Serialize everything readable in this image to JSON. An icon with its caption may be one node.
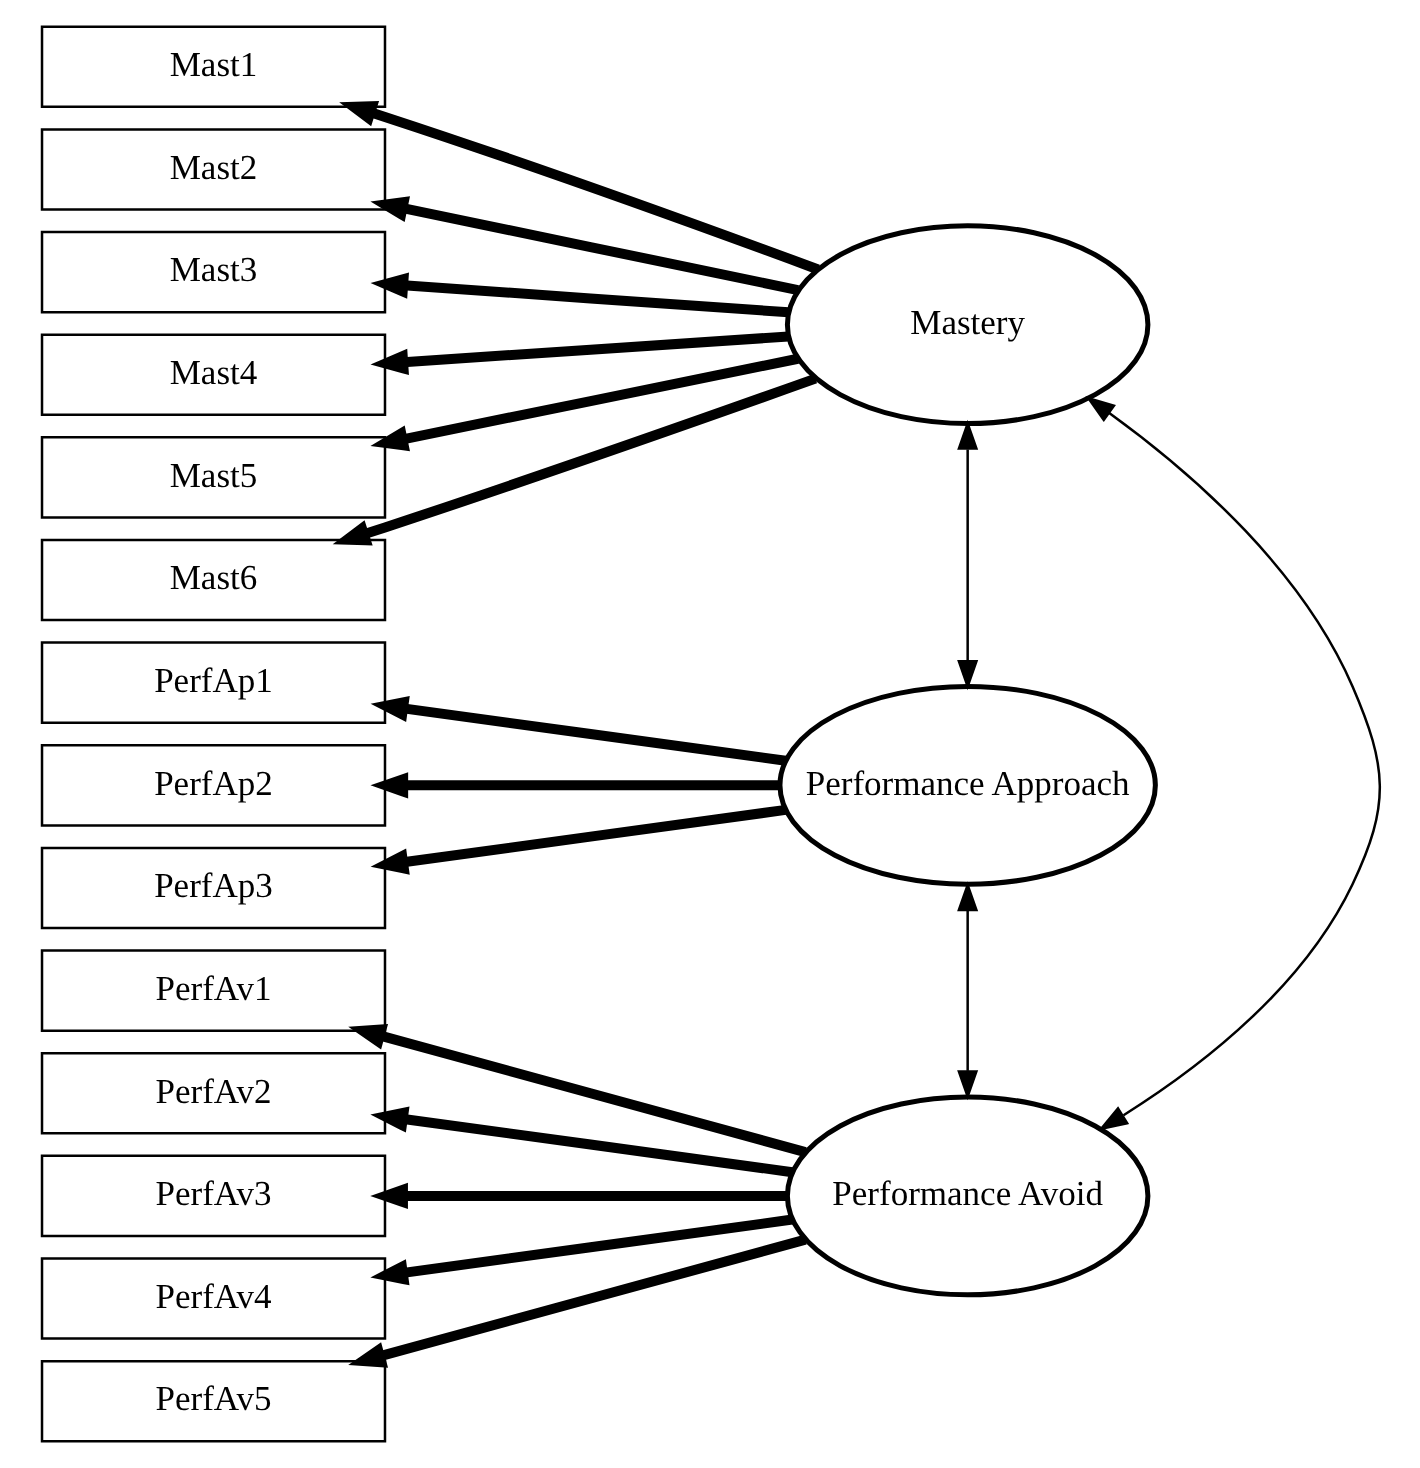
{
  "diagram": {
    "nodes": [
      {
        "text": [
          "Mast1"
        ]
      },
      {
        "text": [
          "Mast2"
        ]
      },
      {
        "text": [
          "Mast3"
        ]
      },
      {
        "text": [
          "Mast4"
        ]
      },
      {
        "text": [
          "Mast5"
        ]
      },
      {
        "text": [
          "Mast6"
        ]
      },
      {
        "text": [
          "Mastery"
        ]
      },
      {
        "text": [
          "PerfAp1"
        ]
      },
      {
        "text": [
          "PerfAp2"
        ]
      },
      {
        "text": [
          "PerfAp3"
        ]
      },
      {
        "text": [
          "Performance Approach"
        ]
      },
      {
        "text": [
          "PerfAv1"
        ]
      },
      {
        "text": [
          "PerfAv2"
        ]
      },
      {
        "text": [
          "PerfAv3"
        ]
      },
      {
        "text": [
          "PerfAv4"
        ]
      },
      {
        "text": [
          "PerfAv5"
        ]
      },
      {
        "text": [
          "Performance Avoid"
        ]
      }
    ],
    "edges": [
      {
        "from": 6,
        "to": 0,
        "arrow": "to"
      },
      {
        "from": 6,
        "to": 1,
        "arrow": "to"
      },
      {
        "from": 6,
        "to": 2,
        "arrow": "to"
      },
      {
        "from": 6,
        "to": 3,
        "arrow": "to"
      },
      {
        "from": 6,
        "to": 4,
        "arrow": "to"
      },
      {
        "from": 6,
        "to": 5,
        "arrow": "to"
      },
      {
        "from": 10,
        "to": 7,
        "arrow": "to"
      },
      {
        "from": 10,
        "to": 8,
        "arrow": "to"
      },
      {
        "from": 10,
        "to": 9,
        "arrow": "to"
      },
      {
        "from": 16,
        "to": 11,
        "arrow": "to"
      },
      {
        "from": 16,
        "to": 12,
        "arrow": "to"
      },
      {
        "from": 16,
        "to": 13,
        "arrow": "to"
      },
      {
        "from": 16,
        "to": 14,
        "arrow": "to"
      },
      {
        "from": 16,
        "to": 15,
        "arrow": "to"
      },
      {
        "from": 6,
        "to": 10,
        "arrow": "both"
      },
      {
        "from": 10,
        "to": 16,
        "arrow": "both"
      },
      {
        "from": 6,
        "to": 16,
        "arrow": "both"
      }
    ]
  }
}
